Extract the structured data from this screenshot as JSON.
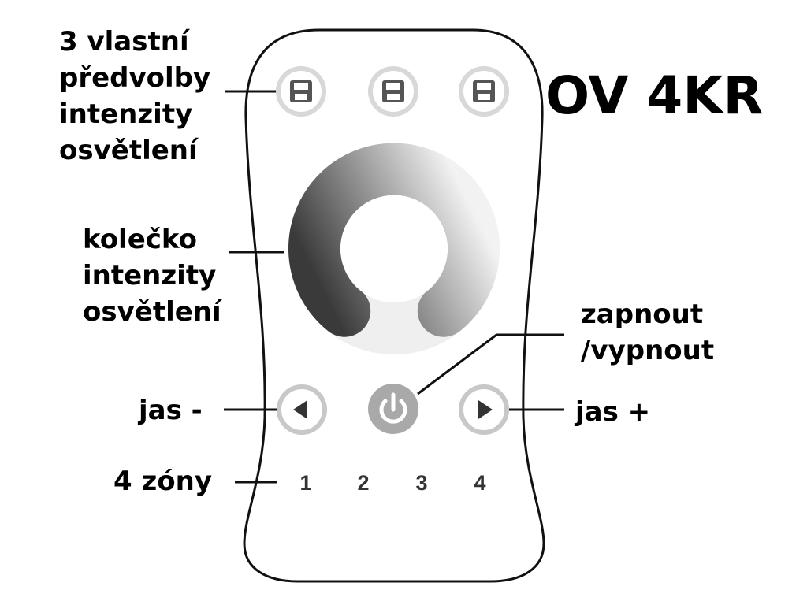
{
  "title": "OV 4KR",
  "labels": {
    "presets": [
      "3 vlastní",
      "předvolby",
      "intenzity",
      "osvětlení"
    ],
    "wheel": [
      "kolečko",
      "intenzity",
      "osvětlení"
    ],
    "power": [
      "zapnout",
      "/vypnout"
    ],
    "bright_down": "jas -",
    "bright_up": "jas +",
    "zones": "4 zóny"
  },
  "zones": [
    "1",
    "2",
    "3",
    "4"
  ],
  "icons": {
    "preset": "floppy-disk-icon",
    "left": "triangle-left-icon",
    "power": "power-icon",
    "right": "triangle-right-icon"
  },
  "colors": {
    "outline": "#111111",
    "button_ring": "#c8c8c8",
    "power_button": "#a9a9a9",
    "wheel_dark": "#3a3a3a",
    "wheel_light": "#f2f2f2"
  }
}
